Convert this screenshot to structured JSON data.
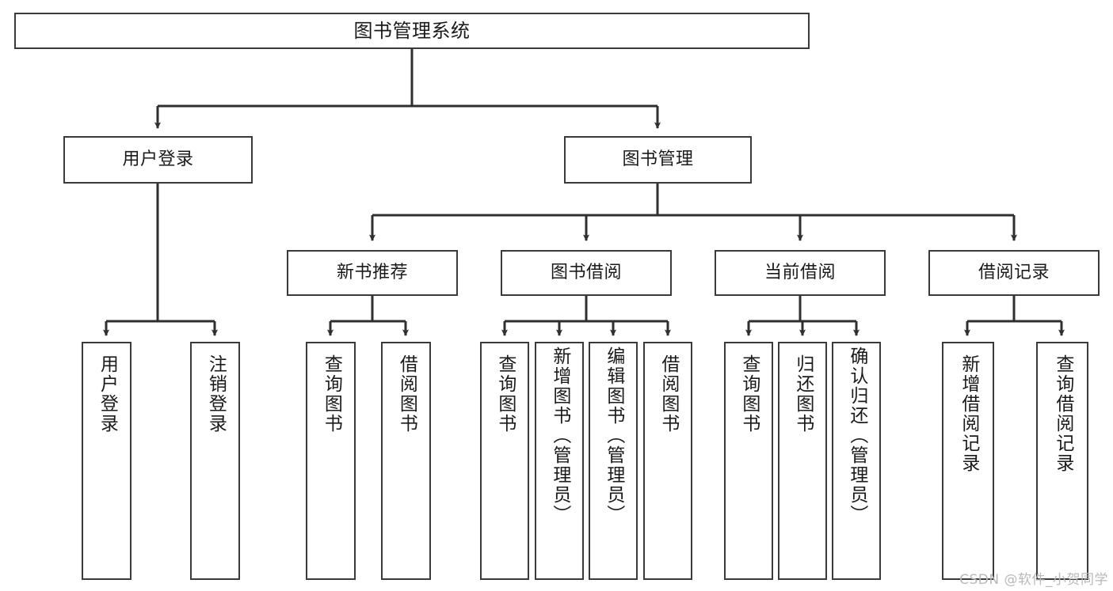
{
  "diagram": {
    "type": "tree-hierarchy",
    "title": "图书管理系统",
    "watermark": "CSDN @软件_小贺同学",
    "colors": {
      "box_border": "#3a3a3a",
      "connector": "#2f2f2f",
      "background": "#ffffff",
      "text": "#1a1a1a",
      "watermark": "#b9b9b9"
    },
    "root": {
      "label": "图书管理系统"
    },
    "level2": [
      {
        "label": "用户登录"
      },
      {
        "label": "图书管理"
      }
    ],
    "level3": [
      {
        "label": "新书推荐"
      },
      {
        "label": "图书借阅"
      },
      {
        "label": "当前借阅"
      },
      {
        "label": "借阅记录"
      }
    ],
    "leaves": {
      "user_login": [
        {
          "label": "用户登录"
        },
        {
          "label": "注销登录"
        }
      ],
      "new_book_recommend": [
        {
          "label": "查询图书"
        },
        {
          "label": "借阅图书"
        }
      ],
      "book_borrow": [
        {
          "label": "查询图书"
        },
        {
          "label": "新增图书（管理员）"
        },
        {
          "label": "编辑图书（管理员）"
        },
        {
          "label": "借阅图书"
        }
      ],
      "current_borrow": [
        {
          "label": "查询图书"
        },
        {
          "label": "归还图书"
        },
        {
          "label": "确认归还（管理员）"
        }
      ],
      "borrow_records": [
        {
          "label": "新增借阅记录"
        },
        {
          "label": "查询借阅记录"
        }
      ]
    }
  }
}
